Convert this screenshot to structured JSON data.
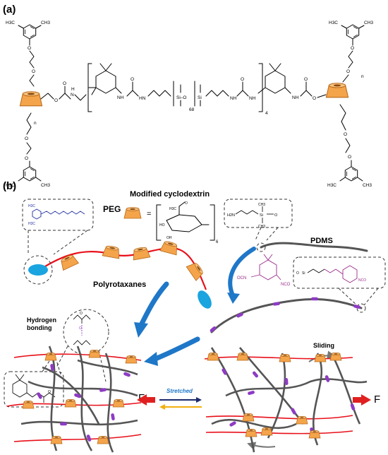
{
  "panels": {
    "a": {
      "label": "(a)"
    },
    "b": {
      "label": "(b)"
    }
  },
  "structure_a": {
    "methyl": "H3C",
    "methyl_right": "CH3",
    "atoms": {
      "O": "O",
      "N": "N",
      "H": "H",
      "NH": "NH",
      "HN": "HN",
      "Si": "Si",
      "Si_O": "Si–O"
    },
    "subscript_repeat": "68",
    "subscript_outer": "4",
    "subscript_peg": "n"
  },
  "labels_b": {
    "peg": "PEG",
    "modified_cyclodextrin": "Modified cyclodextrin",
    "equals": "=",
    "cd_subscript": "6",
    "pdms": "PDMS",
    "polyrotaxanes": "Polyrotaxanes",
    "hydrogen_bonding_line1": "Hydrogen",
    "hydrogen_bonding_line2": "bonding",
    "sliding": "Sliding",
    "stretched": "Stretched",
    "force_left": "F",
    "force_right": "F",
    "ocn": "OCN",
    "nco": "NCO",
    "h2n": "H2N",
    "ch3": "CH3",
    "si": "Si",
    "o": "O",
    "ho": "HO",
    "oh": "OH",
    "h3c": "H3C"
  },
  "colors": {
    "ring_fill": "#F4A44A",
    "ring_stroke": "#B86A1B",
    "ring_dark": "#8A4A0F",
    "peg_red": "#E8101A",
    "pdms_gray": "#555555",
    "crosslink_purple": "#8E3BC4",
    "stopper_cyan": "#1AA4E0",
    "arrow_blue": "#1F77C7",
    "force_red": "#E02020",
    "stretch_navy": "#1A2A6C",
    "stretch_orange": "#F2B010",
    "peg_blue": "#1F2FA0",
    "isocyanate_magenta": "#9B2C8C"
  },
  "icons": {
    "cyclodextrin": "truncated-cone-ring",
    "stopper": "ellipse-stopper",
    "crosslink": "purple-capsule",
    "process_arrow": "curved-arrow"
  }
}
